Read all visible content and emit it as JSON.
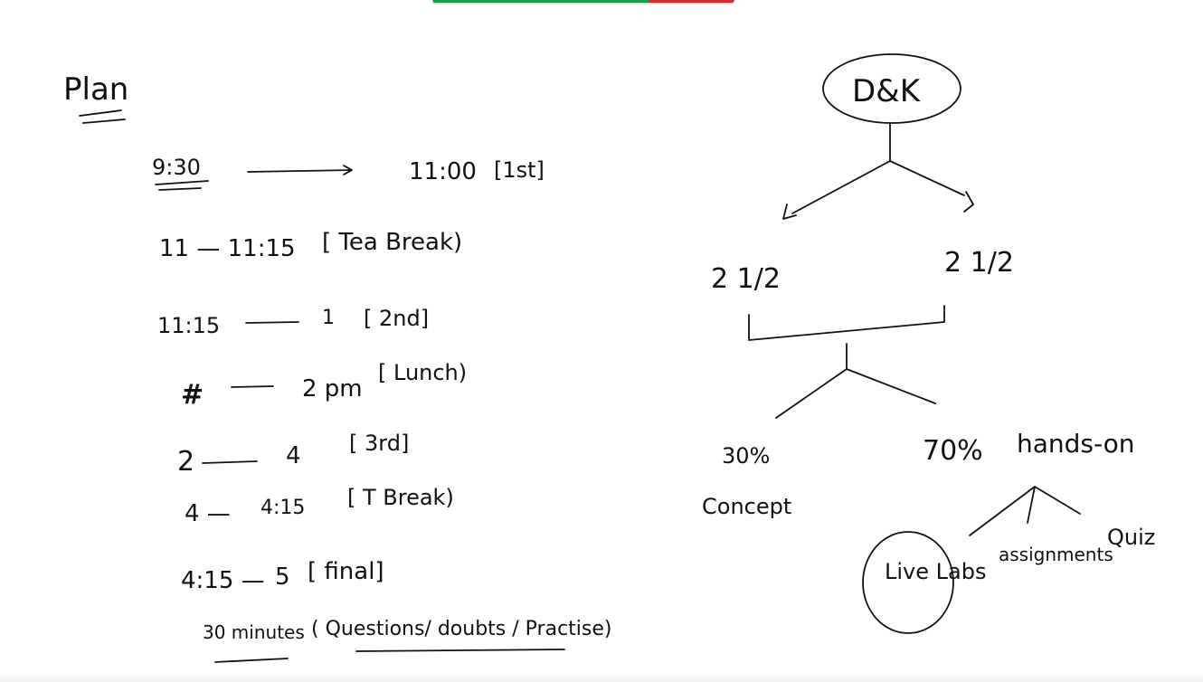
{
  "plan": {
    "title": "Plan",
    "rows": [
      {
        "start": "9:30",
        "end": "11:00",
        "label": "[1st]"
      },
      {
        "start": "11 — 11:15",
        "end": "",
        "label": "[ Tea Break)"
      },
      {
        "start": "11:15",
        "end": "1",
        "label": "[ 2nd]"
      },
      {
        "start": "#",
        "end": "2 pm",
        "label": "[ Lunch)"
      },
      {
        "start": "2",
        "end": "4",
        "label": "[ 3rd]"
      },
      {
        "start": "4 —",
        "end": "4:15",
        "label": "[ T Break)"
      },
      {
        "start": "4:15 —",
        "end": "5",
        "label": "[ final]"
      }
    ],
    "footer_time": "30 minutes",
    "footer_note": "( Questions/ doubts / Practise)"
  },
  "tree": {
    "root": "D&K",
    "left_split": "2 1/2",
    "right_split": "2 1/2",
    "left_percent": "30%",
    "left_label": "Concept",
    "right_percent": "70%",
    "right_label": "hands-on",
    "children": [
      "Live Labs",
      "assignments",
      "Quiz"
    ]
  }
}
